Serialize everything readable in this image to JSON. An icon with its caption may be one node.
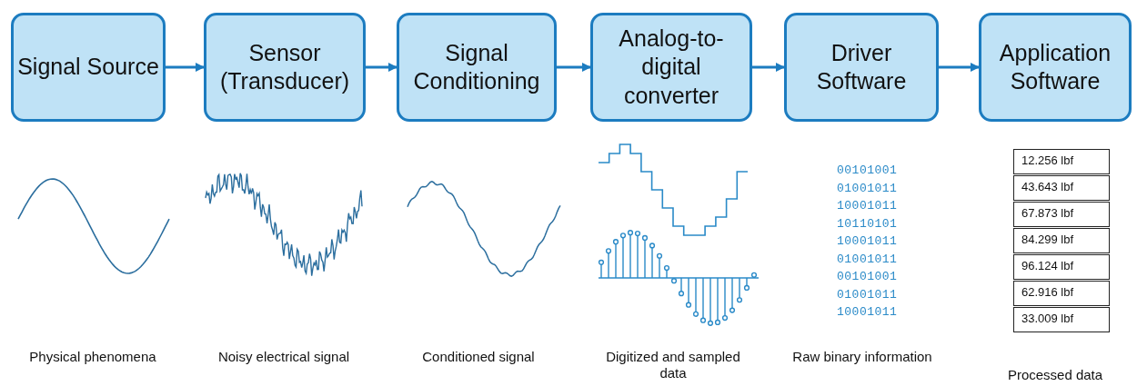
{
  "diagram": {
    "nodes": [
      {
        "text": [
          "Signal Source"
        ]
      },
      {
        "text": [
          "Sensor (Transducer)"
        ]
      },
      {
        "text": [
          "Signal Conditioning"
        ]
      },
      {
        "text": [
          "Analog-to-digital converter"
        ]
      },
      {
        "text": [
          "Driver Software"
        ]
      },
      {
        "text": [
          "Application Software"
        ]
      }
    ],
    "edges": [
      {
        "from": 0,
        "to": 1,
        "arrow": "to"
      },
      {
        "from": 1,
        "to": 2,
        "arrow": "to"
      },
      {
        "from": 2,
        "to": 3,
        "arrow": "to"
      },
      {
        "from": 3,
        "to": 4,
        "arrow": "to"
      },
      {
        "from": 4,
        "to": 5,
        "arrow": "to"
      }
    ],
    "labels": [
      "00101001",
      "01001011",
      "10001011",
      "10110101",
      "10001011",
      "01001011",
      "00101001",
      "01001011",
      "10001011",
      "12.256 lbf",
      "43.643 lbf",
      "67.873 lbf",
      "84.299 lbf",
      "96.124 lbf",
      "62.916 lbf",
      "33.009 lbf",
      "Physical phenomena",
      "Noisy electrical signal",
      "Conditioned signal",
      "Digitized and sampled data",
      "Raw binary information",
      "Processed data"
    ]
  }
}
